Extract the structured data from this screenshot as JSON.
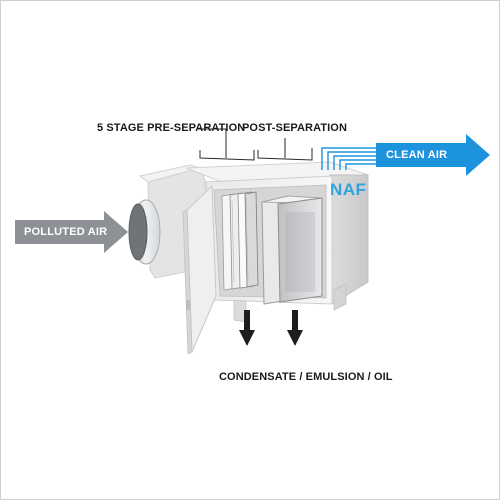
{
  "labels": {
    "pre_separation": "5 STAGE PRE-SEPARATION",
    "post_separation": "POST-SEPARATION",
    "polluted_air": "POLLUTED AIR",
    "clean_air": "CLEAN AIR",
    "condensate": "CONDENSATE / EMULSION / OIL"
  },
  "brand": {
    "logo_text": "NAF"
  },
  "colors": {
    "polluted_arrow": "#8d9196",
    "clean_arrow": "#1e93dd",
    "drain_arrow": "#1d1d1d",
    "housing": "#f1f1f1",
    "logo": "#2ea3e0"
  }
}
